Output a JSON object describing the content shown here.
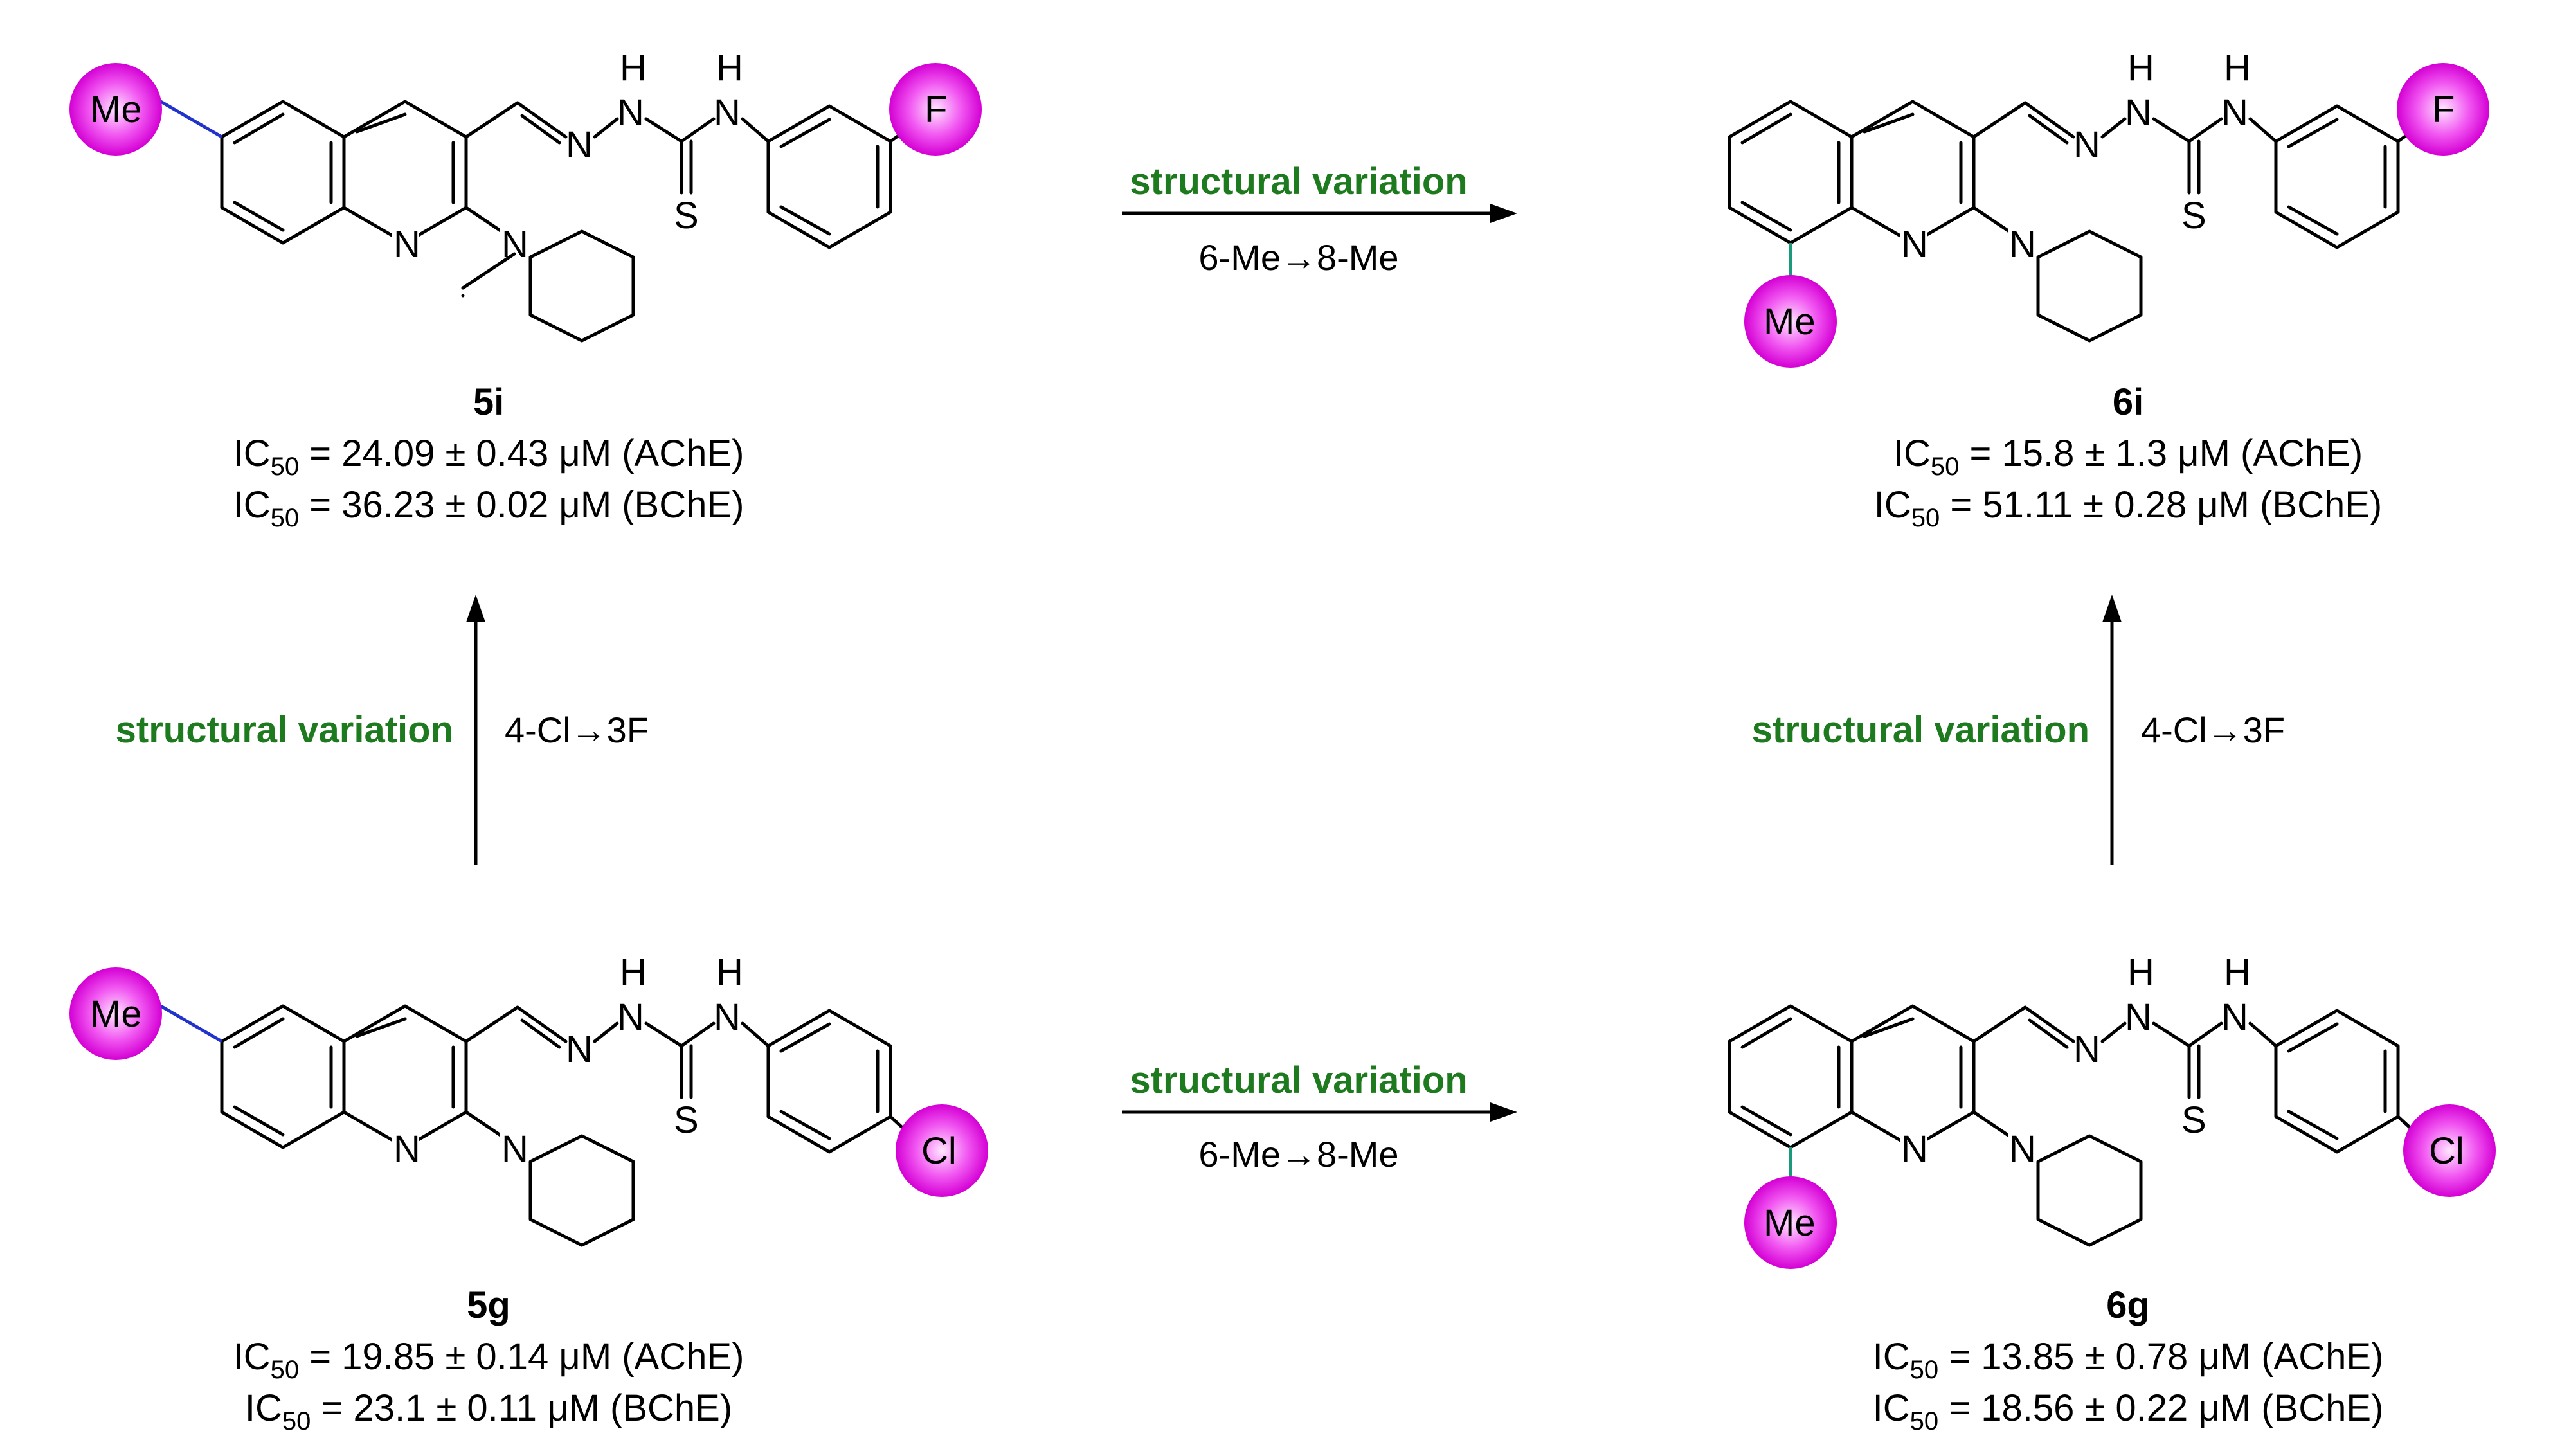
{
  "compounds": {
    "c5i": {
      "label": "5i",
      "ic50_prefix": "IC",
      "ic50_sub": "50",
      "line1": " = 24.09 ± 0.43 μM (AChE)",
      "line2": " = 36.23 ± 0.02 μM (BChE)",
      "substituent": "Me",
      "aryl_sub": "F"
    },
    "c6i": {
      "label": "6i",
      "ic50_prefix": "IC",
      "ic50_sub": "50",
      "line1": " = 15.8 ± 1.3 μM (AChE)",
      "line2": " = 51.11 ± 0.28 μM (BChE)",
      "substituent": "Me",
      "aryl_sub": "F"
    },
    "c5g": {
      "label": "5g",
      "ic50_prefix": "IC",
      "ic50_sub": "50",
      "line1": " = 19.85 ± 0.14 μM (AChE)",
      "line2": " = 23.1 ± 0.11 μM (BChE)",
      "substituent": "Me",
      "aryl_sub": "Cl"
    },
    "c6g": {
      "label": "6g",
      "ic50_prefix": "IC",
      "ic50_sub": "50",
      "line1": " = 13.85 ± 0.78 μM (AChE)",
      "line2": " = 18.56 ± 0.22 μM (BChE)",
      "substituent": "Me",
      "aryl_sub": "Cl"
    }
  },
  "atoms": {
    "N": "N",
    "H": "H",
    "S": "S"
  },
  "arrows": {
    "top": {
      "title": "structural variation",
      "condition": "6-Me→8-Me"
    },
    "bottom": {
      "title": "structural variation",
      "condition": "6-Me→8-Me"
    },
    "left": {
      "title": "structural variation",
      "condition": "4-Cl→3F"
    },
    "right": {
      "title": "structural variation",
      "condition": "4-Cl→3F"
    }
  },
  "colors": {
    "highlight": "#ee22ee",
    "variation_text": "#1e7a1e",
    "me_bond_6": "#2233cc",
    "me_bond_8": "#1a9a7a",
    "f_atom": "#556b2f"
  }
}
